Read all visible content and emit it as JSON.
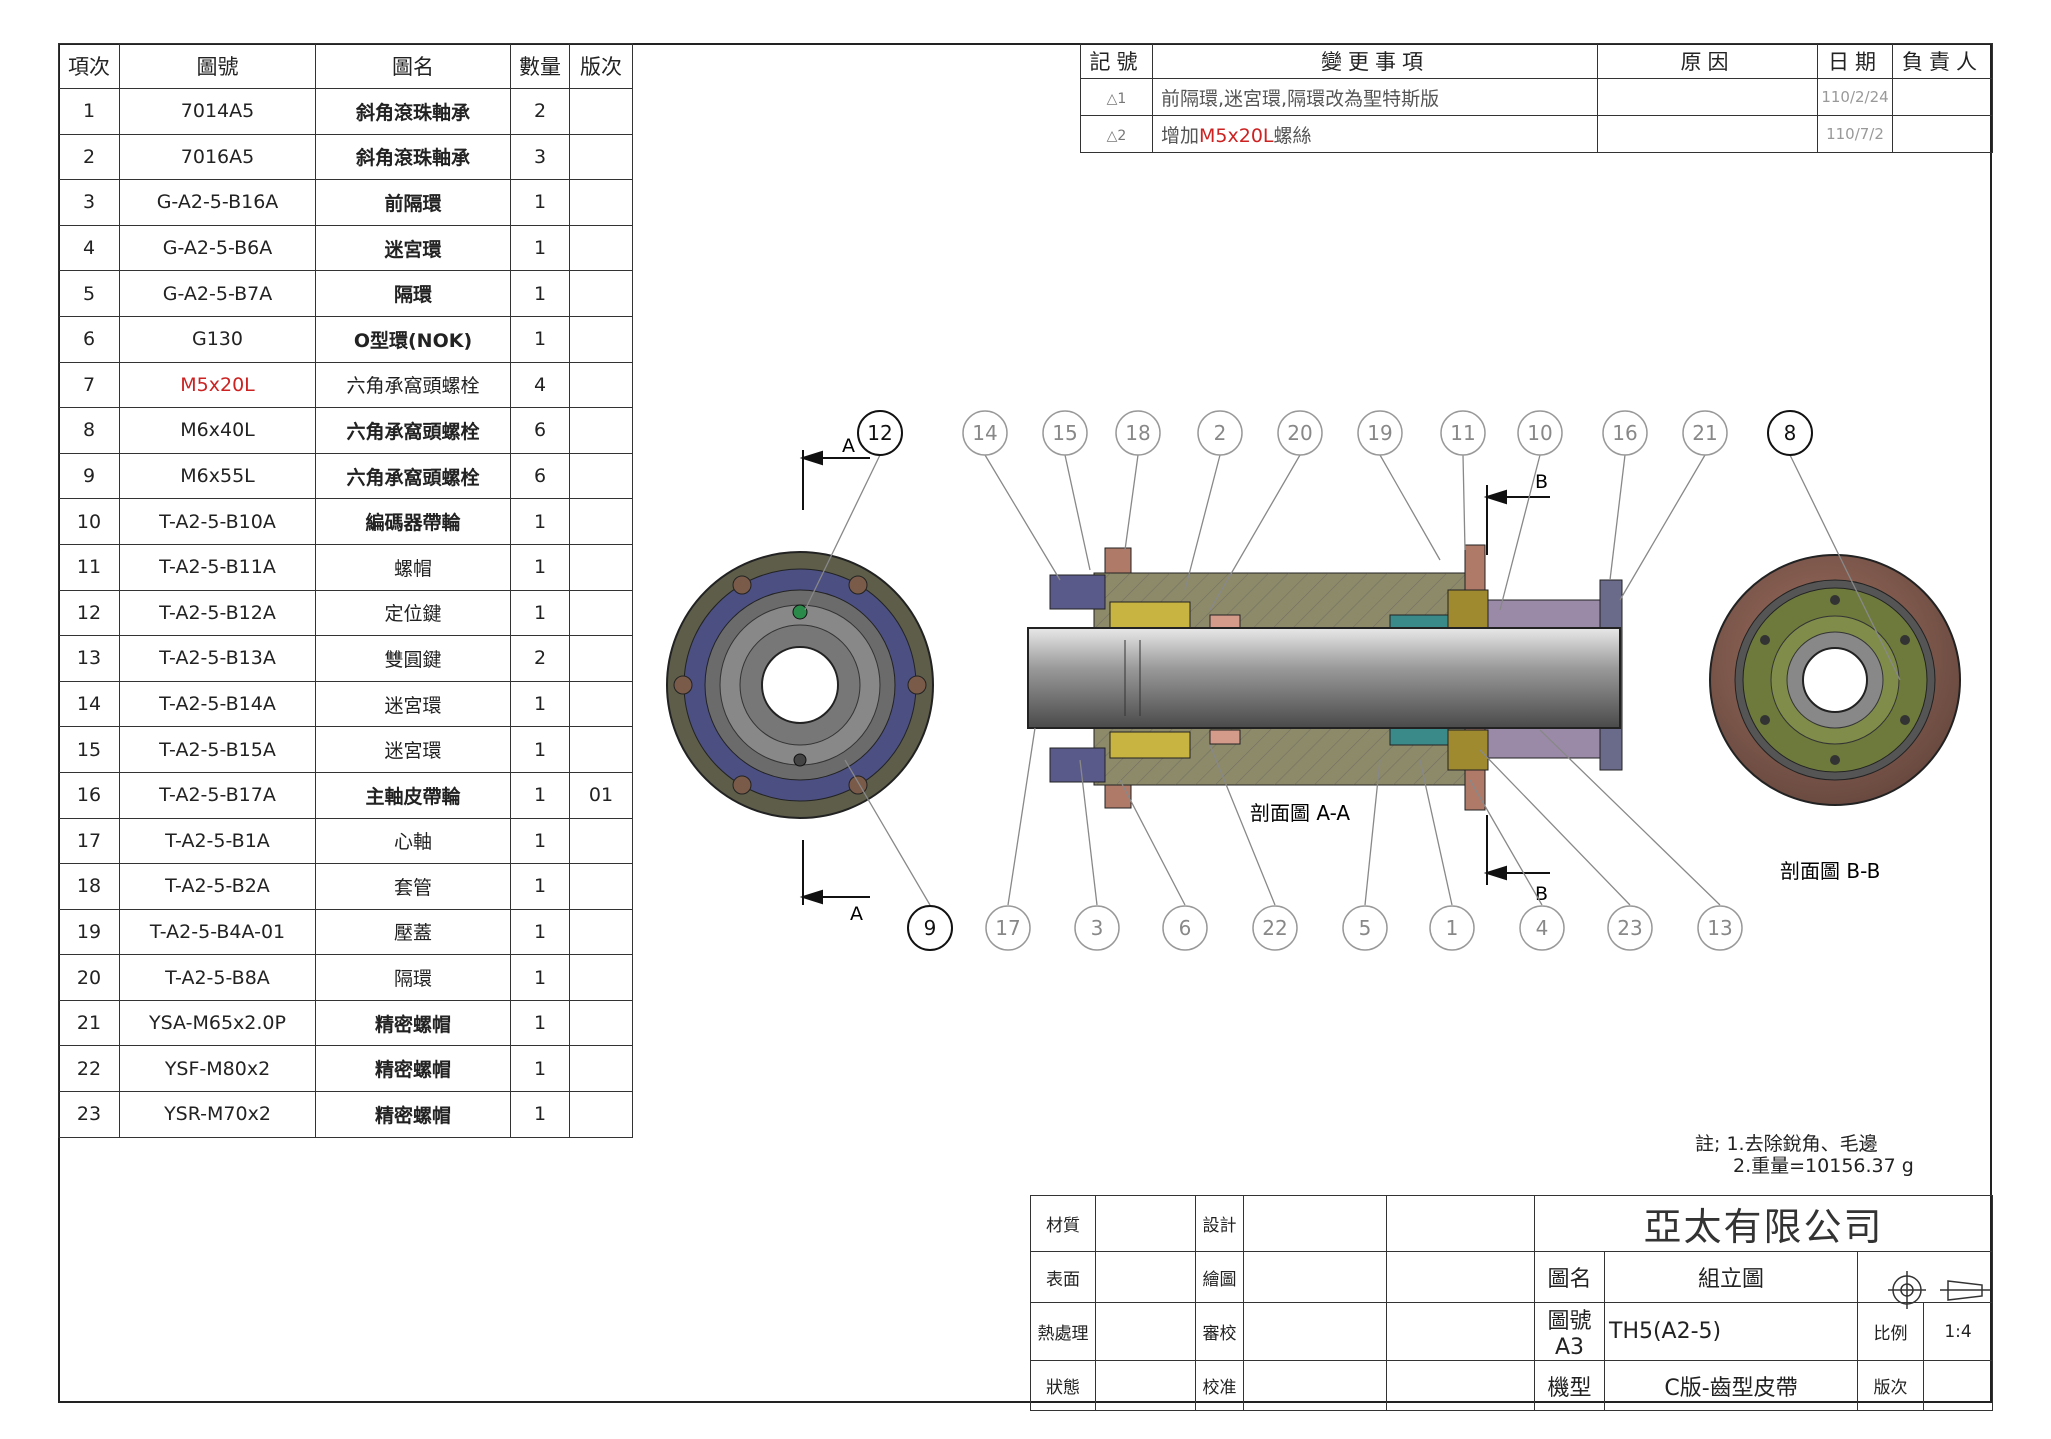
{
  "parts_header": {
    "item": "項次",
    "drawing_no": "圖號",
    "name": "圖名",
    "qty": "數量",
    "rev": "版次"
  },
  "parts": [
    {
      "item": "1",
      "no": "7014A5",
      "name": "斜角滾珠軸承",
      "qty": "2",
      "rev": ""
    },
    {
      "item": "2",
      "no": "7016A5",
      "name": "斜角滾珠軸承",
      "qty": "3",
      "rev": ""
    },
    {
      "item": "3",
      "no": "G-A2-5-B16A",
      "name": "前隔環",
      "qty": "1",
      "rev": ""
    },
    {
      "item": "4",
      "no": "G-A2-5-B6A",
      "name": "迷宮環",
      "qty": "1",
      "rev": ""
    },
    {
      "item": "5",
      "no": "G-A2-5-B7A",
      "name": "隔環",
      "qty": "1",
      "rev": ""
    },
    {
      "item": "6",
      "no": "G130",
      "name": "O型環(NOK)",
      "qty": "1",
      "rev": ""
    },
    {
      "item": "7",
      "no": "M5x20L",
      "name": "六角承窩頭螺栓",
      "qty": "4",
      "rev": ""
    },
    {
      "item": "8",
      "no": "M6x40L",
      "name": "六角承窩頭螺栓",
      "qty": "6",
      "rev": ""
    },
    {
      "item": "9",
      "no": "M6x55L",
      "name": "六角承窩頭螺栓",
      "qty": "6",
      "rev": ""
    },
    {
      "item": "10",
      "no": "T-A2-5-B10A",
      "name": "編碼器帶輪",
      "qty": "1",
      "rev": ""
    },
    {
      "item": "11",
      "no": "T-A2-5-B11A",
      "name": "螺帽",
      "qty": "1",
      "rev": ""
    },
    {
      "item": "12",
      "no": "T-A2-5-B12A",
      "name": "定位鍵",
      "qty": "1",
      "rev": ""
    },
    {
      "item": "13",
      "no": "T-A2-5-B13A",
      "name": "雙圓鍵",
      "qty": "2",
      "rev": ""
    },
    {
      "item": "14",
      "no": "T-A2-5-B14A",
      "name": "迷宮環",
      "qty": "1",
      "rev": ""
    },
    {
      "item": "15",
      "no": "T-A2-5-B15A",
      "name": "迷宮環",
      "qty": "1",
      "rev": ""
    },
    {
      "item": "16",
      "no": "T-A2-5-B17A",
      "name": "主軸皮帶輪",
      "qty": "1",
      "rev": "01"
    },
    {
      "item": "17",
      "no": "T-A2-5-B1A",
      "name": "心軸",
      "qty": "1",
      "rev": ""
    },
    {
      "item": "18",
      "no": "T-A2-5-B2A",
      "name": "套管",
      "qty": "1",
      "rev": ""
    },
    {
      "item": "19",
      "no": "T-A2-5-B4A-01",
      "name": "壓蓋",
      "qty": "1",
      "rev": ""
    },
    {
      "item": "20",
      "no": "T-A2-5-B8A",
      "name": "隔環",
      "qty": "1",
      "rev": ""
    },
    {
      "item": "21",
      "no": "YSA-M65x2.0P",
      "name": "精密螺帽",
      "qty": "1",
      "rev": ""
    },
    {
      "item": "22",
      "no": "YSF-M80x2",
      "name": "精密螺帽",
      "qty": "1",
      "rev": ""
    },
    {
      "item": "23",
      "no": "YSR-M70x2",
      "name": "精密螺帽",
      "qty": "1",
      "rev": ""
    }
  ],
  "revisions_header": {
    "mark": "記號",
    "change": "變更事項",
    "reason": "原因",
    "date": "日期",
    "owner": "負責人"
  },
  "revisions": [
    {
      "mark": "1",
      "change_prefix": "前隔環,迷宮環,隔環改為聖特斯版",
      "change_highlight": "",
      "change_suffix": "",
      "reason": "",
      "date": "110/2/24",
      "owner": ""
    },
    {
      "mark": "2",
      "change_prefix": "增加",
      "change_highlight": "M5x20L",
      "change_suffix": "螺絲",
      "reason": "",
      "date": "110/7/2",
      "owner": ""
    }
  ],
  "balloons_top": [
    "12",
    "14",
    "15",
    "18",
    "2",
    "20",
    "19",
    "11",
    "10",
    "16",
    "21",
    "8"
  ],
  "balloons_bottom": [
    "9",
    "17",
    "3",
    "6",
    "22",
    "5",
    "1",
    "4",
    "23",
    "13"
  ],
  "section_marks": {
    "a": "A",
    "b": "B"
  },
  "section_labels": {
    "aa": "剖面圖 A-A",
    "bb": "剖面圖 B-B"
  },
  "notes": {
    "line1": "註; 1.去除銳角、毛邊",
    "line2": "2.重量=10156.37 g"
  },
  "title_block": {
    "material": "材質",
    "surface": "表面",
    "heat": "熱處理",
    "status": "狀態",
    "design": "設計",
    "draw": "繪圖",
    "review": "審校",
    "approve": "校准",
    "company": "亞太有限公司",
    "name_label": "圖名",
    "name_value": "組立圖",
    "no_label": "圖號",
    "size": "A3",
    "no_value": "TH5(A2-5)",
    "model_label": "機型",
    "model_value": "C版-齒型皮帶",
    "scale_label": "比例",
    "scale_value": "1:4",
    "version_label": "版次"
  }
}
